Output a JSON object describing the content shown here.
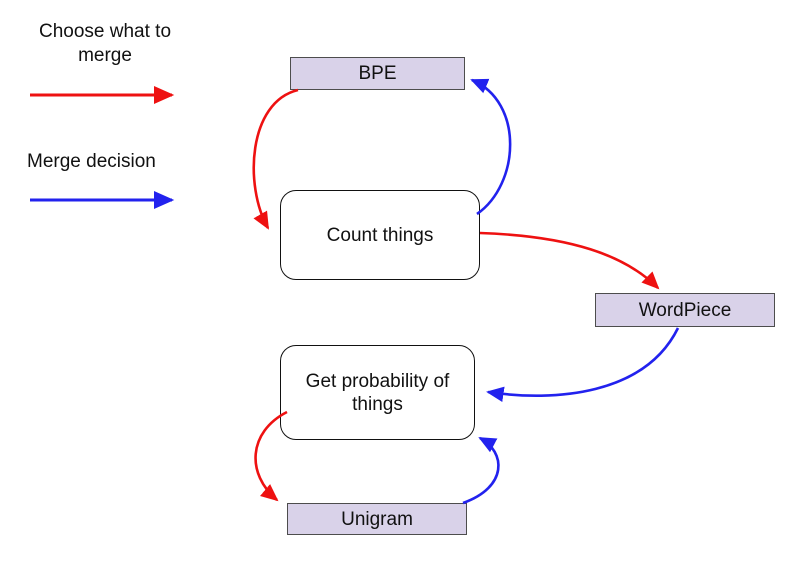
{
  "legend": {
    "choose_what_to_merge": "Choose what to merge",
    "merge_decision": "Merge decision"
  },
  "nodes": {
    "bpe": {
      "label": "BPE"
    },
    "count": {
      "label": "Count things"
    },
    "wordpiece": {
      "label": "WordPiece"
    },
    "probability": {
      "label": "Get probability of things"
    },
    "unigram": {
      "label": "Unigram"
    }
  },
  "colors": {
    "choose_arrow_red": "#ee1111",
    "decision_arrow_blue": "#2222ee",
    "algorithm_box_fill": "#d9d2e9",
    "algorithm_box_border": "#4d4d4d",
    "process_box_fill": "#ffffff",
    "process_box_border": "#111111"
  }
}
